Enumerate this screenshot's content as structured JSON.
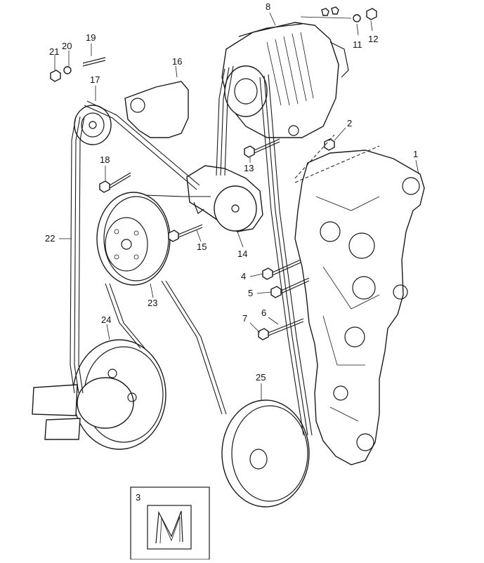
{
  "diagram": {
    "callouts": [
      {
        "id": "1",
        "label": "1"
      },
      {
        "id": "2",
        "label": "2"
      },
      {
        "id": "3",
        "label": "3"
      },
      {
        "id": "4",
        "label": "4"
      },
      {
        "id": "5",
        "label": "5"
      },
      {
        "id": "6",
        "label": "6"
      },
      {
        "id": "7",
        "label": "7"
      },
      {
        "id": "8",
        "label": "8"
      },
      {
        "id": "11",
        "label": "11"
      },
      {
        "id": "12",
        "label": "12"
      },
      {
        "id": "13",
        "label": "13"
      },
      {
        "id": "14",
        "label": "14"
      },
      {
        "id": "15",
        "label": "15"
      },
      {
        "id": "16",
        "label": "16"
      },
      {
        "id": "17",
        "label": "17"
      },
      {
        "id": "18",
        "label": "18"
      },
      {
        "id": "19",
        "label": "19"
      },
      {
        "id": "20",
        "label": "20"
      },
      {
        "id": "21",
        "label": "21"
      },
      {
        "id": "22",
        "label": "22"
      },
      {
        "id": "23",
        "label": "23"
      },
      {
        "id": "24",
        "label": "24"
      },
      {
        "id": "25",
        "label": "25"
      }
    ]
  }
}
